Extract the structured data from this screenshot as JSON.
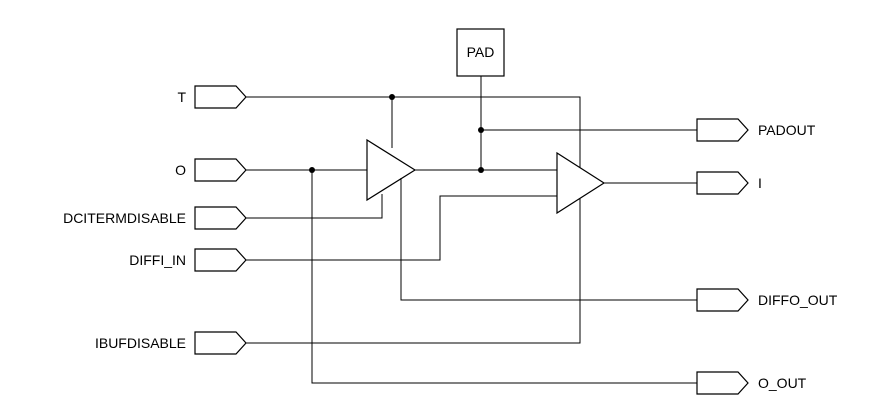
{
  "pad": {
    "label": "PAD"
  },
  "inputs": {
    "t": "T",
    "o": "O",
    "dcitermdisable": "DCITERMDISABLE",
    "diffi_in": "DIFFI_IN",
    "ibufdisable": "IBUFDISABLE"
  },
  "outputs": {
    "padout": "PADOUT",
    "i": "I",
    "diffo_out": "DIFFO_OUT",
    "o_out": "O_OUT"
  }
}
